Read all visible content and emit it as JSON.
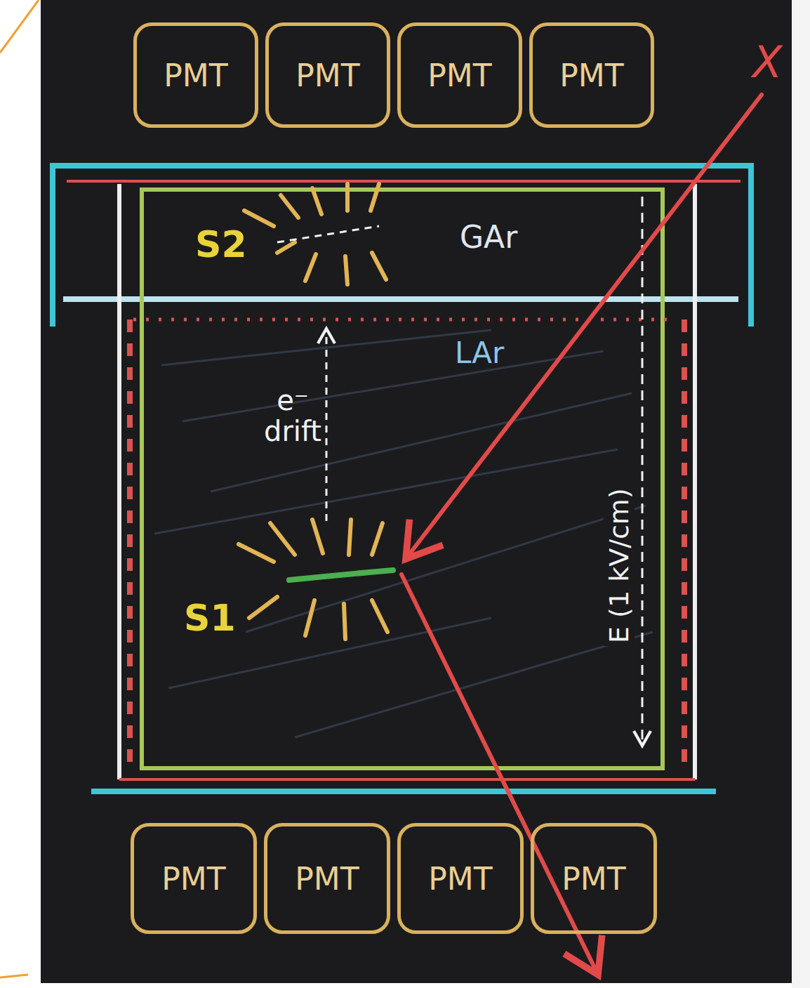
{
  "diagram": {
    "nodes": [
      {
        "text": [
          "PMT"
        ]
      },
      {
        "text": [
          "PMT"
        ]
      },
      {
        "text": [
          "PMT"
        ]
      },
      {
        "text": [
          "PMT"
        ]
      },
      {
        "text": [
          "PMT"
        ]
      },
      {
        "text": [
          "PMT"
        ]
      },
      {
        "text": [
          "PMT"
        ]
      },
      {
        "text": [
          "PMT"
        ]
      }
    ],
    "labels": [
      "X",
      "S2",
      "GAr",
      "LAr",
      "e⁻ drift",
      "E (1 kV/cm)",
      "S1"
    ]
  }
}
